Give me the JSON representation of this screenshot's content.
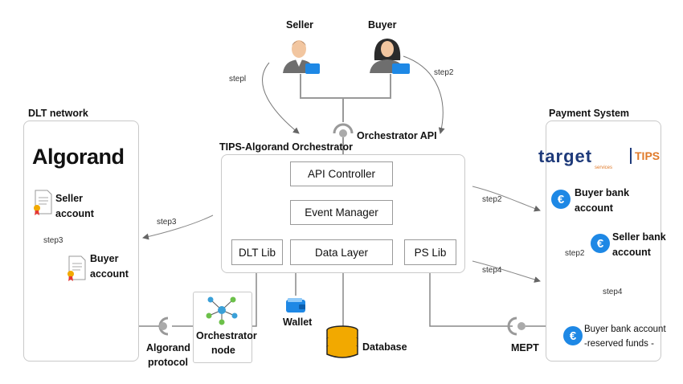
{
  "actors": {
    "seller": "Seller",
    "buyer": "Buyer"
  },
  "steps": {
    "step1": "stepl",
    "step2": "step2",
    "step3": "step3",
    "step4": "step4"
  },
  "api": {
    "label": "Orchestrator API"
  },
  "orchestrator": {
    "title": "TIPS-Algorand Orchestrator",
    "api_controller": "API Controller",
    "event_manager": "Event Manager",
    "dlt_lib": "DLT Lib",
    "data_layer": "Data Layer",
    "ps_lib": "PS Lib"
  },
  "dlt_network": {
    "title": "DLT network",
    "logo": "Algorand",
    "seller_account": [
      "Seller",
      "account"
    ],
    "buyer_account": [
      "Buyer",
      "account"
    ]
  },
  "payment_system": {
    "title": "Payment System",
    "logo_target": "target",
    "logo_target_sub": "services",
    "logo_tips": "TIPS",
    "buyer_bank_account": [
      "Buyer bank",
      "account"
    ],
    "seller_bank_account": [
      "Seller bank",
      "account"
    ],
    "reserved": [
      "Buyer bank account",
      "-reserved funds -"
    ]
  },
  "bottom": {
    "algorand_protocol": [
      "Algorand",
      "protocol"
    ],
    "orchestrator_node": [
      "Orchestrator",
      "node"
    ],
    "wallet": "Wallet",
    "database": "Database",
    "mept": "MEPT"
  },
  "icons": {
    "wallet_color": "#1e88e5",
    "euro_color": "#1e88e5",
    "database_color": "#f2a900",
    "network_color": "#3aa0d8"
  }
}
